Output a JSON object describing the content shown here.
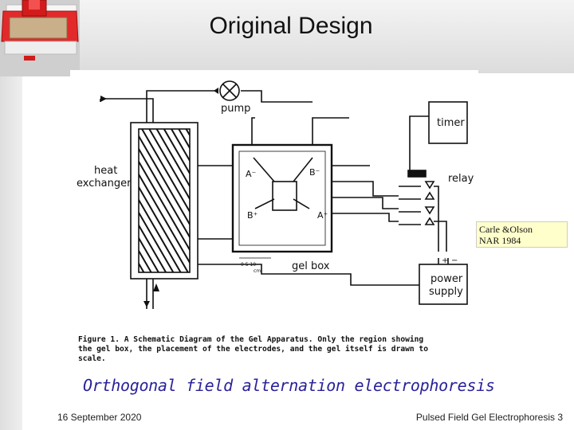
{
  "slide": {
    "title": "Original Design",
    "caption": "Orthogonal field alternation electrophoresis",
    "citation_line1": "Carle &Olson",
    "citation_line2": "NAR 1984",
    "footer_date": "16 September 2020",
    "footer_title": "Pulsed Field Gel Electrophoresis 3"
  },
  "diagram": {
    "labels": {
      "pump": "pump",
      "timer": "timer",
      "relay": "relay",
      "heat": "heat",
      "exchanger": "exchanger",
      "gel_box": "gel box",
      "power": "power",
      "supply": "supply",
      "a_minus": "A⁻",
      "b_minus": "B⁻",
      "b_plus": "B⁺",
      "a_plus": "A⁺",
      "plus_sign": "+",
      "minus_sign": "−",
      "scale_marks": "0  5  10",
      "scale_unit": "cm"
    },
    "figure_caption_line1": "Figure 1.  A Schematic Diagram of the Gel Apparatus.  Only the region showing",
    "figure_caption_line2": "the gel box, the placement of the electrodes, and the gel itself is drawn to",
    "figure_caption_line3": "scale."
  },
  "colors": {
    "caption": "#2a2299",
    "logo_red": "#d42020",
    "citation_bg": "#ffffcc"
  }
}
